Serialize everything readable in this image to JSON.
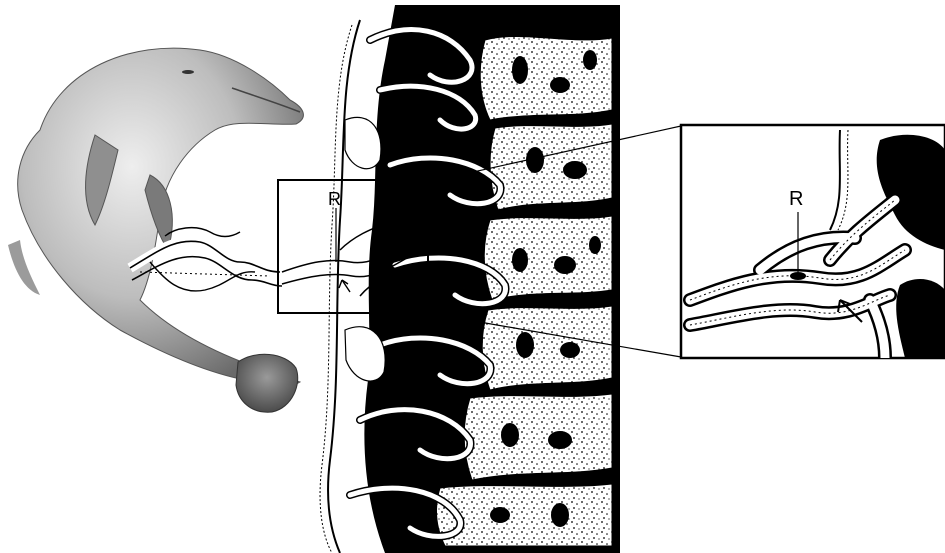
{
  "figure": {
    "main_label": "R",
    "inset_label": "R"
  },
  "colors": {
    "ink": "#000000",
    "paper": "#ffffff",
    "dolphin_light": "#d9d9d9",
    "dolphin_mid": "#a8a8a8",
    "dolphin_dark": "#5c5c5c"
  },
  "icons": {
    "animal": "dolphin-photo",
    "anatomy": "renal-tubule-illustration",
    "zoom": "magnified-inset"
  }
}
